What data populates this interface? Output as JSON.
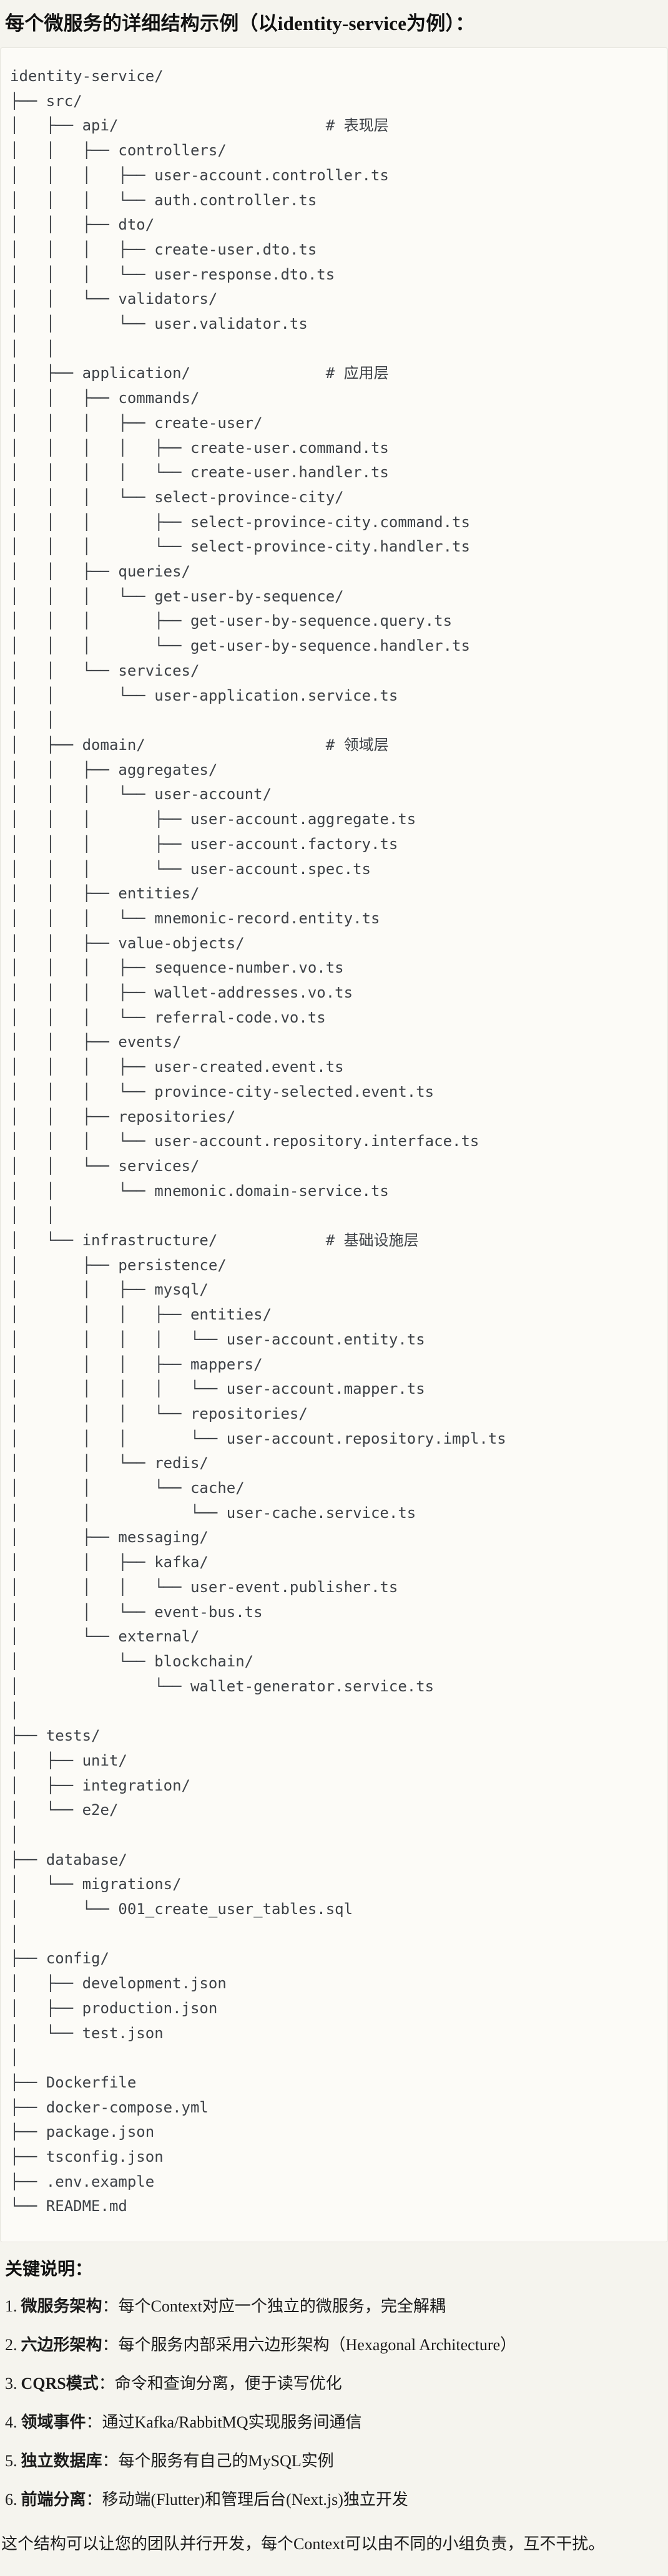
{
  "title": "每个微服务的详细结构示例（以identity-service为例）：",
  "tree": {
    "language": "plaintext",
    "lines": [
      "identity-service/",
      "├── src/",
      "│   ├── api/                       # 表现层",
      "│   │   ├── controllers/",
      "│   │   │   ├── user-account.controller.ts",
      "│   │   │   └── auth.controller.ts",
      "│   │   ├── dto/",
      "│   │   │   ├── create-user.dto.ts",
      "│   │   │   └── user-response.dto.ts",
      "│   │   └── validators/",
      "│   │       └── user.validator.ts",
      "│   │",
      "│   ├── application/               # 应用层",
      "│   │   ├── commands/",
      "│   │   │   ├── create-user/",
      "│   │   │   │   ├── create-user.command.ts",
      "│   │   │   │   └── create-user.handler.ts",
      "│   │   │   └── select-province-city/",
      "│   │   │       ├── select-province-city.command.ts",
      "│   │   │       └── select-province-city.handler.ts",
      "│   │   ├── queries/",
      "│   │   │   └── get-user-by-sequence/",
      "│   │   │       ├── get-user-by-sequence.query.ts",
      "│   │   │       └── get-user-by-sequence.handler.ts",
      "│   │   └── services/",
      "│   │       └── user-application.service.ts",
      "│   │",
      "│   ├── domain/                    # 领域层",
      "│   │   ├── aggregates/",
      "│   │   │   └── user-account/",
      "│   │   │       ├── user-account.aggregate.ts",
      "│   │   │       ├── user-account.factory.ts",
      "│   │   │       └── user-account.spec.ts",
      "│   │   ├── entities/",
      "│   │   │   └── mnemonic-record.entity.ts",
      "│   │   ├── value-objects/",
      "│   │   │   ├── sequence-number.vo.ts",
      "│   │   │   ├── wallet-addresses.vo.ts",
      "│   │   │   └── referral-code.vo.ts",
      "│   │   ├── events/",
      "│   │   │   ├── user-created.event.ts",
      "│   │   │   └── province-city-selected.event.ts",
      "│   │   ├── repositories/",
      "│   │   │   └── user-account.repository.interface.ts",
      "│   │   └── services/",
      "│   │       └── mnemonic.domain-service.ts",
      "│   │",
      "│   └── infrastructure/            # 基础设施层",
      "│       ├── persistence/",
      "│       │   ├── mysql/",
      "│       │   │   ├── entities/",
      "│       │   │   │   └── user-account.entity.ts",
      "│       │   │   ├── mappers/",
      "│       │   │   │   └── user-account.mapper.ts",
      "│       │   │   └── repositories/",
      "│       │   │       └── user-account.repository.impl.ts",
      "│       │   └── redis/",
      "│       │       └── cache/",
      "│       │           └── user-cache.service.ts",
      "│       ├── messaging/",
      "│       │   ├── kafka/",
      "│       │   │   └── user-event.publisher.ts",
      "│       │   └── event-bus.ts",
      "│       └── external/",
      "│           └── blockchain/",
      "│               └── wallet-generator.service.ts",
      "│",
      "├── tests/",
      "│   ├── unit/",
      "│   ├── integration/",
      "│   └── e2e/",
      "│",
      "├── database/",
      "│   └── migrations/",
      "│       └── 001_create_user_tables.sql",
      "│",
      "├── config/",
      "│   ├── development.json",
      "│   ├── production.json",
      "│   └── test.json",
      "│",
      "├── Dockerfile",
      "├── docker-compose.yml",
      "├── package.json",
      "├── tsconfig.json",
      "├── .env.example",
      "└── README.md"
    ],
    "layer_comments": [
      "# 表现层",
      "# 应用层",
      "# 领域层",
      "# 基础设施层"
    ]
  },
  "notes": {
    "heading": "关键说明：",
    "items": [
      {
        "num": "1.",
        "label": "微服务架构",
        "text": "：每个Context对应一个独立的微服务，完全解耦"
      },
      {
        "num": "2.",
        "label": "六边形架构",
        "text": "：每个服务内部采用六边形架构（Hexagonal Architecture）"
      },
      {
        "num": "3.",
        "label": "CQRS模式",
        "text": "：命令和查询分离，便于读写优化"
      },
      {
        "num": "4.",
        "label": "领域事件",
        "text": "：通过Kafka/RabbitMQ实现服务间通信"
      },
      {
        "num": "5.",
        "label": "独立数据库",
        "text": "：每个服务有自己的MySQL实例"
      },
      {
        "num": "6.",
        "label": "前端分离",
        "text": "：移动端(Flutter)和管理后台(Next.js)独立开发"
      }
    ]
  },
  "closing": "这个结构可以让您的团队并行开发，每个Context可以由不同的小组负责，互不干扰。"
}
